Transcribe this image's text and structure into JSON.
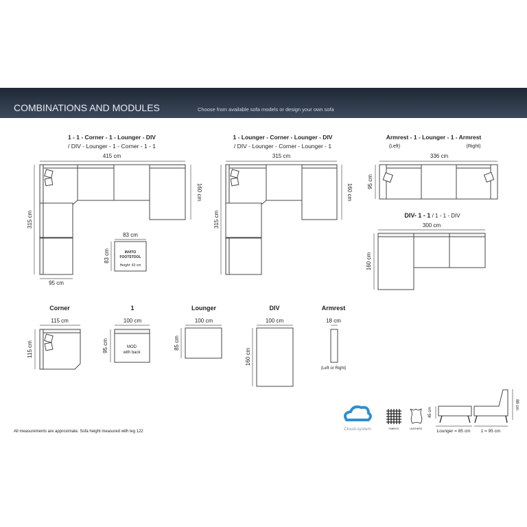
{
  "header": {
    "title": "COMBINATIONS  AND MODULES",
    "subtitle": "Choose from available sofa models or design your own sofa"
  },
  "combos": [
    {
      "title": "1 - 1 - Corner - 1 - Lounger - DIV",
      "subtitle": "/ DIV - Lounger - 1 - Corner - 1 - 1",
      "width": "415 cm",
      "depth": "315 cm",
      "lounger_depth": "160 cm",
      "arm_width": "95 cm"
    },
    {
      "title": "1 - Lounger - Corner - Lounger - DIV",
      "subtitle": "/ DIV - Lounger - Corner - Lounger - 1",
      "width": "315 cm",
      "depth": "315 cm",
      "lounger_depth": "160 cm"
    },
    {
      "title": "Armrest - 1 - Lounger - 1 - Armrest",
      "left": "(Left)",
      "right": "(Right)",
      "width": "336 cm",
      "depth": "95 cm"
    },
    {
      "title_bold": "DIV- 1 - 1",
      "title_rest": " / 1 - 1 - DIV",
      "width": "300 cm",
      "depth": "160 cm"
    }
  ],
  "footstool": {
    "name": "INVITO",
    "name2": "FOOTSTOOL",
    "height": "Height: 43 cm",
    "width": "83 cm",
    "depth": "83 cm"
  },
  "modules": [
    {
      "name": "Corner",
      "width": "115 cm",
      "depth": "115 cm"
    },
    {
      "name": "1",
      "width": "100 cm",
      "depth": "95 cm",
      "label1": "MOD",
      "label2": "with back"
    },
    {
      "name": "Lounger",
      "width": "100 cm",
      "depth": "85 cm"
    },
    {
      "name": "DIV",
      "width": "100 cm",
      "depth": "160 cm"
    },
    {
      "name": "Armrest",
      "width": "18 cm",
      "note": "(Left or Right)"
    }
  ],
  "footer": {
    "note": "All measurements are approximate. Sofa height measured with leg 122",
    "brand": "Cloud-system",
    "fabrics": "FABRICS",
    "leathers": "LEATHERS",
    "seat_height": "45 cm",
    "back_height": "88 cm",
    "lounger_depth": "Lounger = 85 cm",
    "module_depth": "1 = 95 cm"
  },
  "colors": {
    "header_dark": "#1e2836",
    "header_light": "#3d495b",
    "brand_blue": "#2f8fd0"
  }
}
